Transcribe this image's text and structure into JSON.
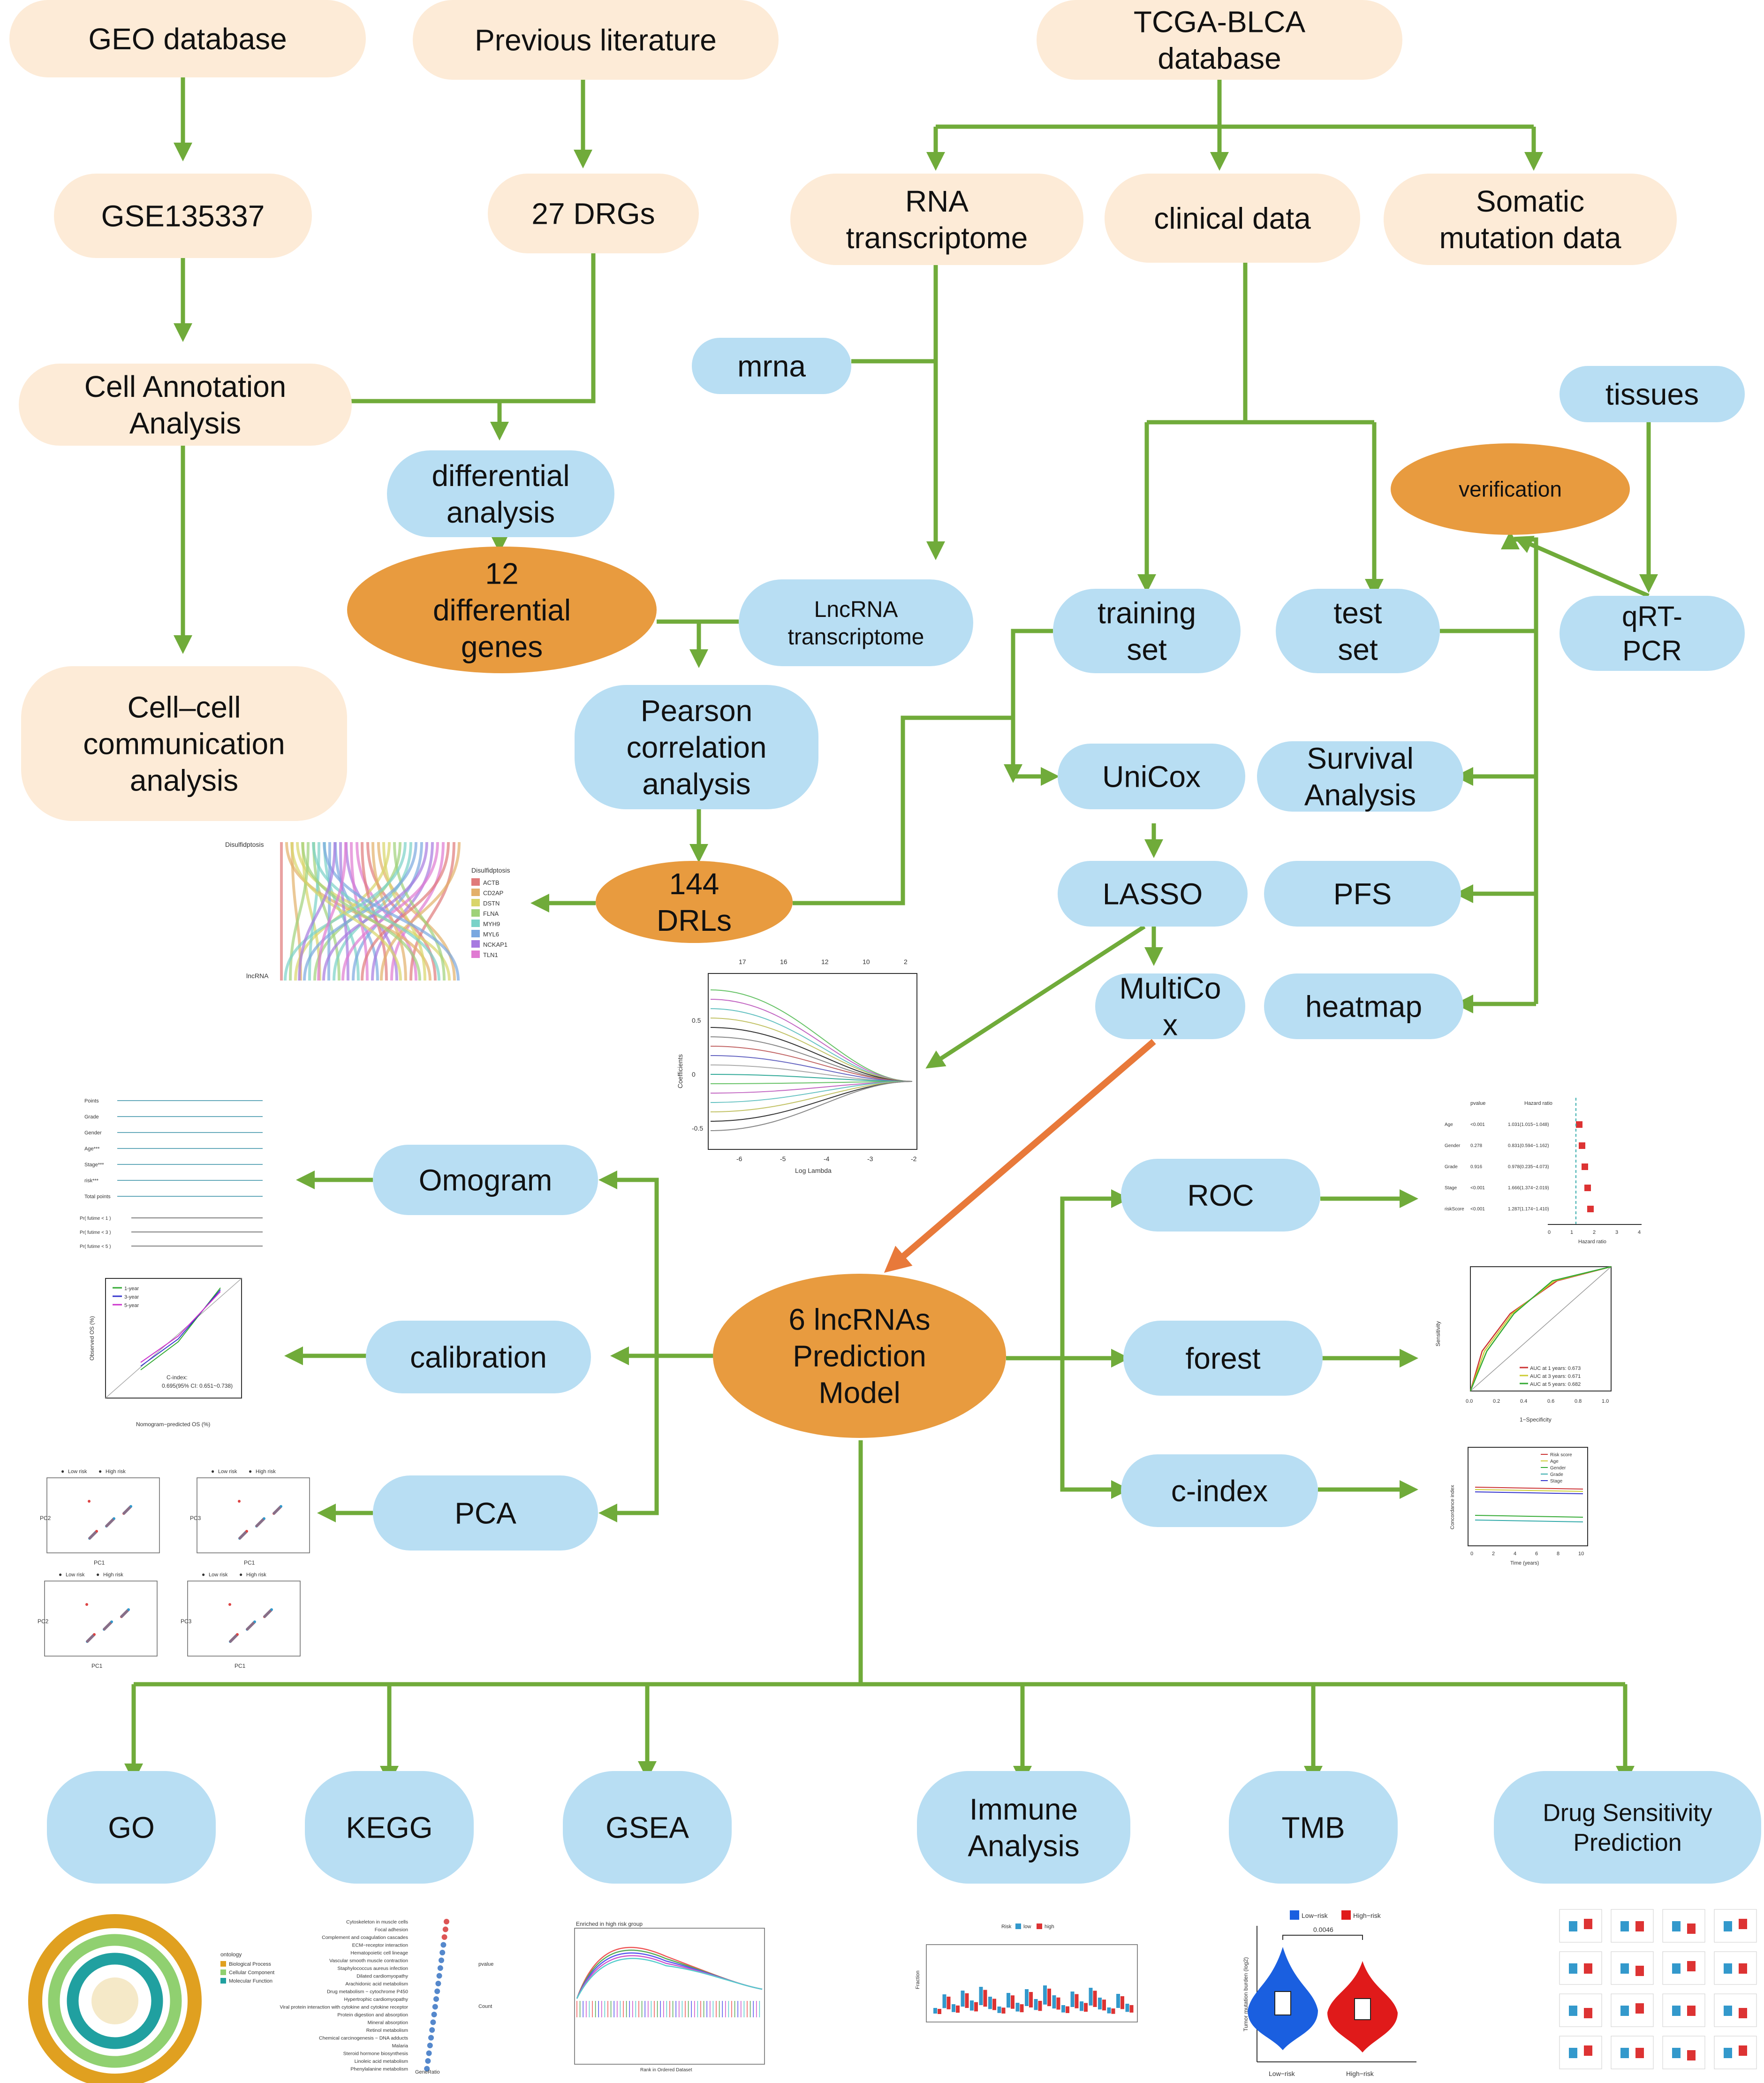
{
  "colors": {
    "beige": "#fdebd7",
    "blue": "#b8def3",
    "orange": "#e89b3f",
    "green": "#70ab3a",
    "arrow_orange": "#e8793a"
  },
  "nodes": {
    "geo": {
      "lines": [
        "GEO database"
      ]
    },
    "prev_lit": {
      "lines": [
        "Previous literature"
      ]
    },
    "tcga": {
      "lines": [
        "TCGA-BLCA",
        "database"
      ]
    },
    "gse": {
      "lines": [
        "GSE135337"
      ]
    },
    "drgs": {
      "lines": [
        "27 DRGs"
      ]
    },
    "rna": {
      "lines": [
        "RNA",
        "transcriptome"
      ]
    },
    "clinical": {
      "lines": [
        "clinical data"
      ]
    },
    "somatic": {
      "lines": [
        "Somatic",
        "mutation data"
      ]
    },
    "mrna": {
      "lines": [
        "mrna"
      ]
    },
    "cell_annot": {
      "lines": [
        "Cell Annotation",
        "Analysis"
      ]
    },
    "tissues": {
      "lines": [
        "tissues"
      ]
    },
    "diff_analysis": {
      "lines": [
        "differential",
        "analysis"
      ]
    },
    "verification": {
      "lines": [
        "verification"
      ]
    },
    "diff_genes": {
      "lines": [
        "12",
        "differential",
        "genes"
      ]
    },
    "lnc_rna": {
      "lines": [
        "LncRNA",
        "transcriptome"
      ]
    },
    "training": {
      "lines": [
        "training",
        "set"
      ]
    },
    "test": {
      "lines": [
        "test",
        "set"
      ]
    },
    "qrtpcr": {
      "lines": [
        "qRT-",
        "PCR"
      ]
    },
    "cellcell": {
      "lines": [
        "Cell–cell",
        "communication",
        "analysis"
      ]
    },
    "pearson": {
      "lines": [
        "Pearson",
        "correlation",
        "analysis"
      ]
    },
    "unicox": {
      "lines": [
        "UniCox"
      ]
    },
    "survival": {
      "lines": [
        "Survival",
        "Analysis"
      ]
    },
    "drls": {
      "lines": [
        "144",
        "DRLs"
      ]
    },
    "lasso": {
      "lines": [
        "LASSO"
      ]
    },
    "pfs": {
      "lines": [
        "PFS"
      ]
    },
    "multicox": {
      "lines": [
        "MultiCo",
        "x"
      ]
    },
    "heatmap": {
      "lines": [
        "heatmap"
      ]
    },
    "omogram": {
      "lines": [
        "Omogram"
      ]
    },
    "roc": {
      "lines": [
        "ROC"
      ]
    },
    "model": {
      "lines": [
        "6 lncRNAs",
        "Prediction",
        "Model"
      ]
    },
    "calibration": {
      "lines": [
        "calibration"
      ]
    },
    "forest": {
      "lines": [
        "forest"
      ]
    },
    "pca": {
      "lines": [
        "PCA"
      ]
    },
    "cindex": {
      "lines": [
        "c-index"
      ]
    },
    "go": {
      "lines": [
        "GO"
      ]
    },
    "kegg": {
      "lines": [
        "KEGG"
      ]
    },
    "gsea": {
      "lines": [
        "GSEA"
      ]
    },
    "immune": {
      "lines": [
        "Immune",
        "Analysis"
      ]
    },
    "tmb": {
      "lines": [
        "TMB"
      ]
    },
    "drug": {
      "lines": [
        "Drug Sensitivity",
        "Prediction"
      ]
    }
  },
  "thumbnails": {
    "sankey": {
      "top_label": "Disulfidptosis",
      "bottom_label": "lncRNA",
      "legend_title": "Disulfidptosis",
      "legend": [
        "ACTB",
        "CD2AP",
        "DSTN",
        "FLNA",
        "MYH9",
        "MYL6",
        "NCKAP1",
        "TLN1"
      ]
    },
    "lasso_plot": {
      "xlabel": "Log Lambda",
      "ylabel": "Coefficients",
      "top_ticks": [
        "17",
        "16",
        "12",
        "10",
        "2"
      ],
      "bottom_ticks": [
        "-6",
        "-5",
        "-4",
        "-3",
        "-2"
      ],
      "y_ticks": [
        "0.5",
        "0",
        "-0.5"
      ]
    },
    "nomogram": {
      "rows": [
        "Points",
        "Grade",
        "Gender",
        "Age***",
        "Stage***",
        "risk***",
        "Total points"
      ],
      "surv_rows": [
        "Pr( futime < 1 )",
        "Pr( futime < 3 )",
        "Pr( futime < 5 )"
      ]
    },
    "forest_plot": {
      "headers": [
        "pvalue",
        "Hazard ratio"
      ],
      "rows": [
        {
          "name": "Age",
          "p": "<0.001",
          "hr": "1.031(1.015~1.048)"
        },
        {
          "name": "Gender",
          "p": "0.278",
          "hr": "0.831(0.594~1.162)"
        },
        {
          "name": "Grade",
          "p": "0.916",
          "hr": "0.978(0.235~4.073)"
        },
        {
          "name": "Stage",
          "p": "<0.001",
          "hr": "1.666(1.374~2.019)"
        },
        {
          "name": "riskScore",
          "p": "<0.001",
          "hr": "1.287(1.174~1.410)"
        }
      ],
      "xlabel": "Hazard ratio",
      "ticks": [
        "0",
        "1",
        "2",
        "3",
        "4"
      ]
    },
    "calibration_plot": {
      "legend": [
        "1-year",
        "3-year",
        "5-year"
      ],
      "cindex": "C-index:",
      "cindex_val": "0.695(95% CI: 0.651~0.738)",
      "xlabel": "Nomogram−predicted OS (%)",
      "ylabel": "Observed OS (%)"
    },
    "roc_plot": {
      "legend": [
        "AUC at 1 years: 0.673",
        "AUC at 3 years: 0.671",
        "AUC at 5 years: 0.682"
      ],
      "xlabel": "1−Specificity",
      "ylabel": "Sensitivity",
      "ticks": [
        "0.0",
        "0.2",
        "0.4",
        "0.6",
        "0.8",
        "1.0"
      ]
    },
    "pca_plots": {
      "legend": [
        "Low risk",
        "High risk"
      ],
      "xlabel": "PC1",
      "ylabel": "PC2",
      "zlabel": "PC3"
    },
    "cindex_plot": {
      "legend": [
        "Risk score",
        "Age",
        "Gender",
        "Grade",
        "Stage"
      ],
      "xlabel": "Time (years)",
      "ylabel": "Concordance index",
      "ticks": [
        "0",
        "2",
        "4",
        "6",
        "8",
        "10"
      ]
    },
    "go_plot": {
      "legend_title": "ontology",
      "items": [
        "Biological Process",
        "Cellular Component",
        "Molecular Function"
      ]
    },
    "kegg_plot": {
      "terms": [
        "Cytoskeleton in muscle cells",
        "Focal adhesion",
        "Complement and coagulation cascades",
        "ECM−receptor interaction",
        "Hematopoietic cell lineage",
        "Vascular smooth muscle contraction",
        "Staphylococcus aureus infection",
        "Dilated cardiomyopathy",
        "Arachidonic acid metabolism",
        "Drug metabolism − cytochrome P450",
        "Hypertrophic cardiomyopathy",
        "Viral protein interaction with cytokine and cytokine receptor",
        "Protein digestion and absorption",
        "Mineral absorption",
        "Retinol metabolism",
        "Chemical carcinogenesis − DNA adducts",
        "Malaria",
        "Steroid hormone biosynthesis",
        "Linoleic acid metabolism",
        "Phenylalanine metabolism"
      ],
      "xlabel": "GeneRatio",
      "legend": [
        "pvalue",
        "Count"
      ]
    },
    "gsea_plot": {
      "title": "Enriched in high risk group",
      "xlabel": "Rank in Ordered Dataset"
    },
    "immune_plot": {
      "legend_title": "Risk",
      "legend": [
        "low",
        "high"
      ],
      "ylabel": "Fraction"
    },
    "tmb_plot": {
      "legend": [
        "Low−risk",
        "High−risk"
      ],
      "pvalue": "0.0046",
      "ylabel": "Tumor mutation burden (log2)",
      "groups": [
        "Low−risk",
        "High−risk"
      ]
    }
  }
}
